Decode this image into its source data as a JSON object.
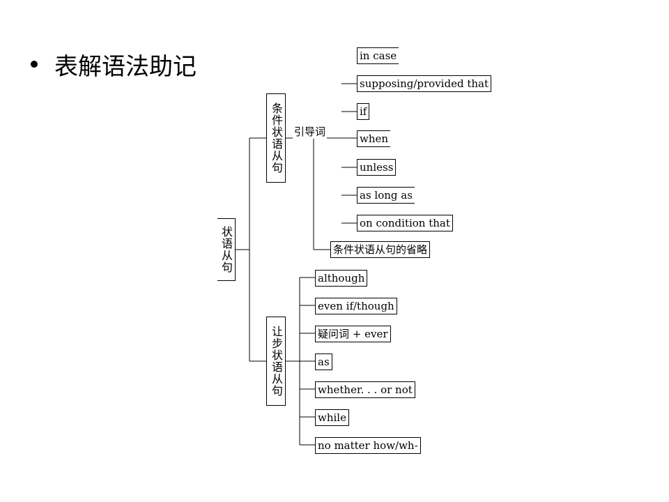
{
  "slide": {
    "title": "表解语法助记"
  },
  "diagram": {
    "root": "状语从句",
    "condition": {
      "label": "条件状语从句",
      "connector_label": "引导词",
      "items": [
        "in case",
        "supposing/provided that",
        "if",
        "when",
        "unless",
        "as long as",
        "on condition that"
      ],
      "omission": "条件状语从句的省略"
    },
    "concession": {
      "label": "让步状语从句",
      "items": [
        "although",
        "even if/though",
        "疑问词 + ever",
        "as",
        "whether. . . or not",
        "while",
        "no matter how/wh-"
      ]
    }
  }
}
